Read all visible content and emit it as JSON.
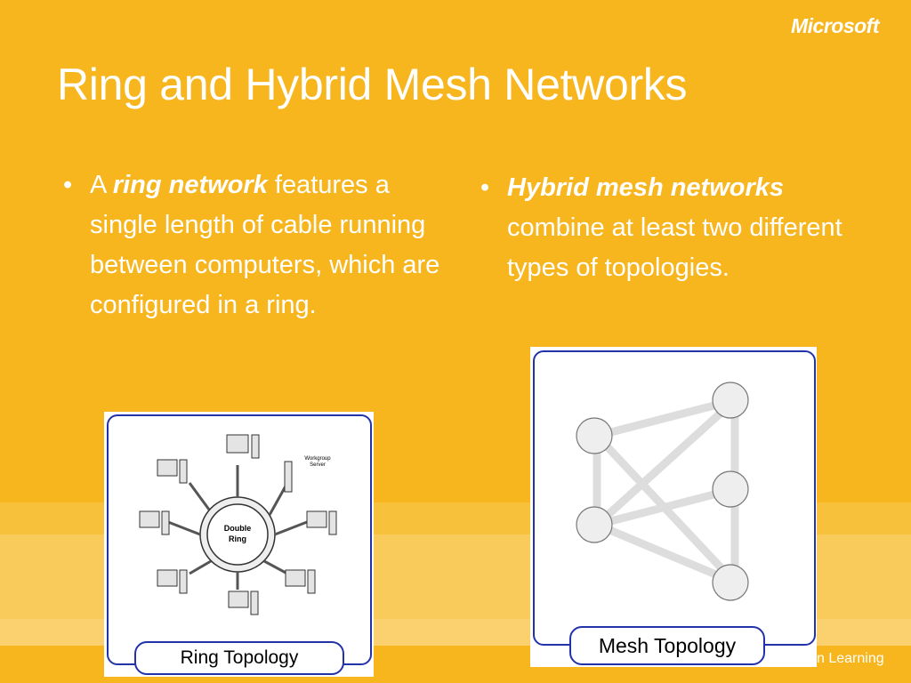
{
  "brand": {
    "logo_text": "Microsoft",
    "footer_text": "n Learning"
  },
  "slide": {
    "title": "Ring and Hybrid Mesh Networks"
  },
  "left_bullet": {
    "prefix": "A ",
    "emphasis": "ring network",
    "rest": " features a single length of cable running between computers, which are configured in a ring."
  },
  "right_bullet": {
    "emphasis": "Hybrid mesh networks",
    "rest": " combine at least two different types of topologies."
  },
  "ring_figure": {
    "caption": "Ring Topology",
    "center_label_line1": "Double",
    "center_label_line2": "Ring",
    "server_label_line1": "Workgroup",
    "server_label_line2": "Server"
  },
  "mesh_figure": {
    "caption": "Mesh Topology"
  },
  "colors": {
    "background": "#F7B51E",
    "frame": "#2233AA",
    "text": "#FFFFFF"
  },
  "icons": [
    "computer-icon",
    "server-icon",
    "bullet-dot"
  ]
}
